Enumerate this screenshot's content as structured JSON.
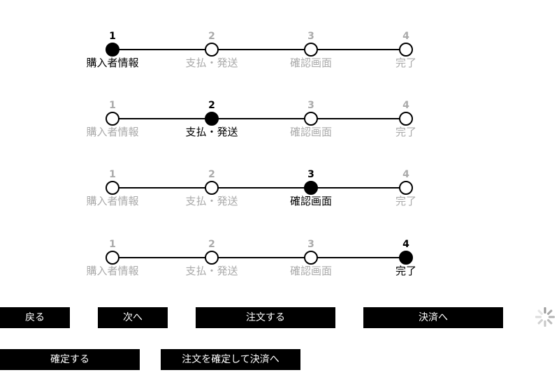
{
  "colors": {
    "active": "#000000",
    "inactive": "#aaaaaa",
    "button_bg": "#000000",
    "button_text": "#ffffff",
    "spinner": "#999999"
  },
  "steppers": [
    {
      "active_step": 1,
      "steps": [
        {
          "number": "1",
          "label": "購入者情報"
        },
        {
          "number": "2",
          "label": "支払・発送"
        },
        {
          "number": "3",
          "label": "確認画面"
        },
        {
          "number": "4",
          "label": "完了"
        }
      ]
    },
    {
      "active_step": 2,
      "steps": [
        {
          "number": "1",
          "label": "購入者情報"
        },
        {
          "number": "2",
          "label": "支払・発送"
        },
        {
          "number": "3",
          "label": "確認画面"
        },
        {
          "number": "4",
          "label": "完了"
        }
      ]
    },
    {
      "active_step": 3,
      "steps": [
        {
          "number": "1",
          "label": "購入者情報"
        },
        {
          "number": "2",
          "label": "支払・発送"
        },
        {
          "number": "3",
          "label": "確認画面"
        },
        {
          "number": "4",
          "label": "完了"
        }
      ]
    },
    {
      "active_step": 4,
      "steps": [
        {
          "number": "1",
          "label": "購入者情報"
        },
        {
          "number": "2",
          "label": "支払・発送"
        },
        {
          "number": "3",
          "label": "確認画面"
        },
        {
          "number": "4",
          "label": "完了"
        }
      ]
    }
  ],
  "buttons": {
    "back": "戻る",
    "next": "次へ",
    "order": "注文する",
    "to_payment": "決済へ",
    "confirm": "確定する",
    "confirm_order_and_pay": "注文を確定して決済へ"
  },
  "spinner_icon": "loading-spinner-icon"
}
